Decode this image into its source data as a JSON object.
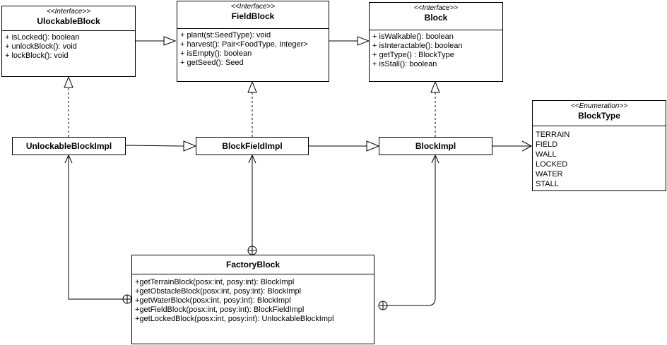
{
  "diagram": {
    "ulockable": {
      "stereotype": "<<Interface>>",
      "name": "UlockableBlock",
      "members": [
        "+ isLocked(): boolean",
        "+ unlockBlock(): void",
        "+ lockBlock(): void"
      ]
    },
    "fieldblock": {
      "stereotype": "<<Interface>>",
      "name": "FieldBlock",
      "members": [
        "+ plant(st:SeedType): void",
        "+ harvest(): Pair<FoodType, Integer>",
        "+ isEmpty(): boolean",
        "+ getSeed(): Seed"
      ]
    },
    "block": {
      "stereotype": "<<Interface>>",
      "name": "Block",
      "members": [
        "+ isWalkable(): boolean",
        "+ isInteractable(): boolean",
        "+ getType() : BlockType",
        "+ isStall(): boolean"
      ]
    },
    "blocktype": {
      "stereotype": "<<Enumeration>>",
      "name": "BlockType",
      "members": [
        "TERRAIN",
        "FIELD",
        "WALL",
        "LOCKED",
        "WATER",
        "STALL"
      ]
    },
    "unlockableImpl": {
      "name": "UnlockableBlockImpl"
    },
    "blockFieldImpl": {
      "name": "BlockFieldImpl"
    },
    "blockImpl": {
      "name": "BlockImpl"
    },
    "factory": {
      "name": "FactoryBlock",
      "members": [
        "+getTerrainBlock(posx:int, posy:int): BlockImpl",
        "+getObstacleBlock(posx:int, posy:int): BlockImpl",
        "+getWaterBlock(posx:int, posy:int): BlockImpl",
        "+getFieldBlock(posx:int, posy:int): BlockFieldImpl",
        "+getLockedBlock(posx:int, posy:int): UnlockableBlockImpl"
      ]
    }
  }
}
